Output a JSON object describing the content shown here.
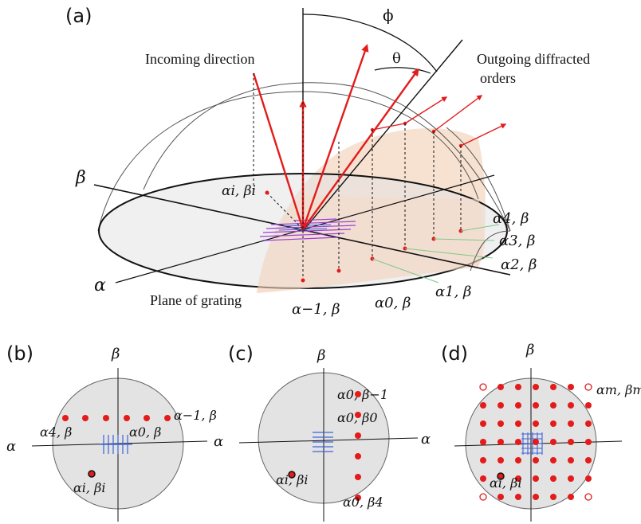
{
  "panels": {
    "a": {
      "label": "(a)",
      "phi": "ϕ",
      "theta": "θ",
      "incoming": "Incoming direction",
      "outgoing_line1": "Outgoing diffracted",
      "outgoing_line2": "orders",
      "beta_axis": "β",
      "alpha_axis": "α",
      "incident_coords": "αi, βi",
      "plane": "Plane of grating",
      "orders": [
        {
          "name": "order-m1",
          "text": "α−1, β"
        },
        {
          "name": "order-0",
          "text": "α0, β"
        },
        {
          "name": "order-1",
          "text": "α1, β"
        },
        {
          "name": "order-2",
          "text": "α2, β"
        },
        {
          "name": "order-3",
          "text": "α3, β"
        },
        {
          "name": "order-4",
          "text": "α4, β"
        }
      ]
    },
    "b": {
      "label": "(b)",
      "beta": "β",
      "alpha_left": "α",
      "alpha_right": "α",
      "left_order": "α4, β",
      "center_order": "α0, β",
      "right_order": "α−1, β",
      "incident": "αi, βi"
    },
    "c": {
      "label": "(c)",
      "beta": "β",
      "alpha": "α",
      "top_order": "α0, β−1",
      "zero_order": "α0, β0",
      "bottom_order": "α0, β4",
      "incident": "αi, βi"
    },
    "d": {
      "label": "(d)",
      "beta": "β",
      "corner_order": "αm, βm",
      "incident": "αi, βi"
    }
  },
  "colors": {
    "red": "#e31b1b",
    "green": "#7ec98a",
    "blue": "#3a63d8",
    "purple": "#9b3fd6",
    "disk": "#e3e3e3",
    "half_disk": "#f6dcc9"
  }
}
